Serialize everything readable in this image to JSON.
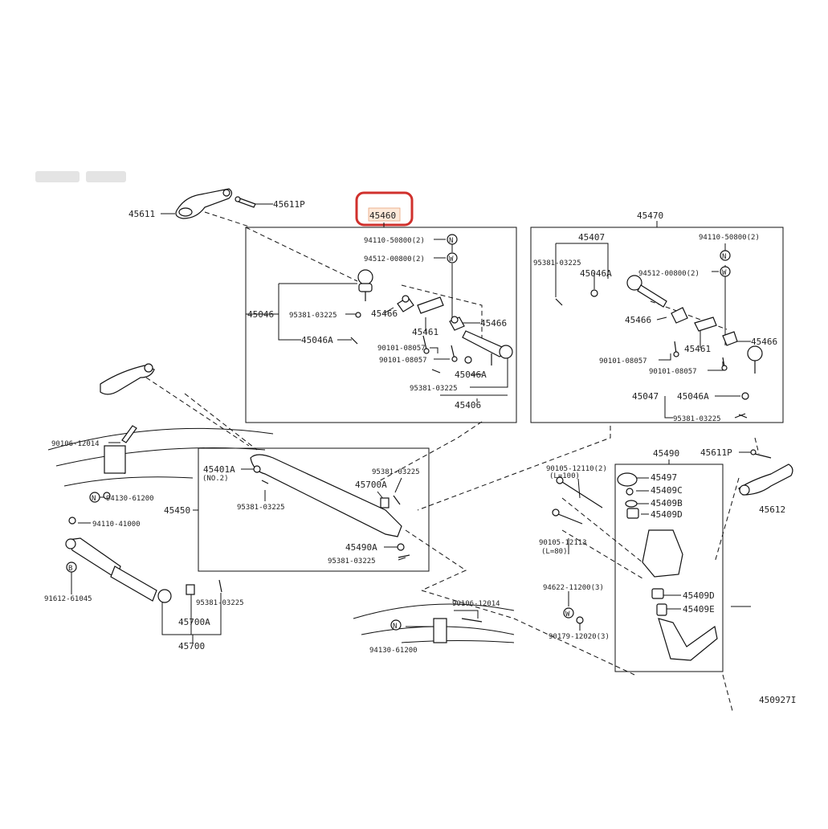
{
  "diagram_id": "450927I",
  "highlight_color": "#d0312d",
  "highlighted_part": "45460",
  "labels": {
    "p45611": "45611",
    "p45611P_top": "45611P",
    "p45460": "45460",
    "p45470": "45470",
    "p94110_50800_a": "94110-50800(2)",
    "p94512_00800_a": "94512-00800(2)",
    "p45046_a": "45046",
    "p95381_03225_a": "95381-03225",
    "p45046A_a": "45046A",
    "p45466_a": "45466",
    "p45461_a": "45461",
    "p45466_b": "45466",
    "p90101_08057_a": "90101-08057",
    "p90101_08057_b": "90101-08057",
    "p45046A_b": "45046A",
    "p95381_03225_b": "95381-03225",
    "p45406": "45406",
    "p45407": "45407",
    "p95381_03225_c": "95381-03225",
    "p45046A_c": "45046A",
    "p94110_50800_b": "94110-50800(2)",
    "p94512_00800_b": "94512-00800(2)",
    "p45466_c": "45466",
    "p45461_b": "45461",
    "p45466_d": "45466",
    "p90101_08057_c": "90101-08057",
    "p90101_08057_d": "90101-08057",
    "p45047": "45047",
    "p45046A_d": "45046A",
    "p95381_03225_d": "95381-03225",
    "p90106_12014_a": "90106-12014",
    "p94130_61200_a": "94130-61200",
    "p94110_41000": "94110-41000",
    "p91612_61045": "91612-61045",
    "p45401A": "45401A",
    "p45401A_sub": "(NO.2)",
    "p95381_03225_e": "95381-03225",
    "p45700A_a": "45700A",
    "p45450": "45450",
    "p95381_03225_f": "95381-03225",
    "p45490A": "45490A",
    "p95381_03225_g": "95381-03225",
    "p95381_03225_h": "95381-03225",
    "p45700A_b": "45700A",
    "p45700": "45700",
    "p45490": "45490",
    "p45611P_right": "45611P",
    "p90105_12110": "90105-12110(2)",
    "p90105_12110_sub": "(L=100)",
    "p45497": "45497",
    "p45409C": "45409C",
    "p45409B": "45409B",
    "p45409D_a": "45409D",
    "p45612": "45612",
    "p90105_12113": "90105-12113",
    "p90105_12113_sub": "(L=80)",
    "p94622_11200": "94622-11200(3)",
    "p45409D_b": "45409D",
    "p45409E": "45409E",
    "p90106_12014_b": "90106-12014",
    "p94130_61200_b": "94130-61200",
    "p90179_12020": "90179-12020(3)"
  },
  "symbols": {
    "nut": "N",
    "washer": "W",
    "bolt": "B"
  }
}
